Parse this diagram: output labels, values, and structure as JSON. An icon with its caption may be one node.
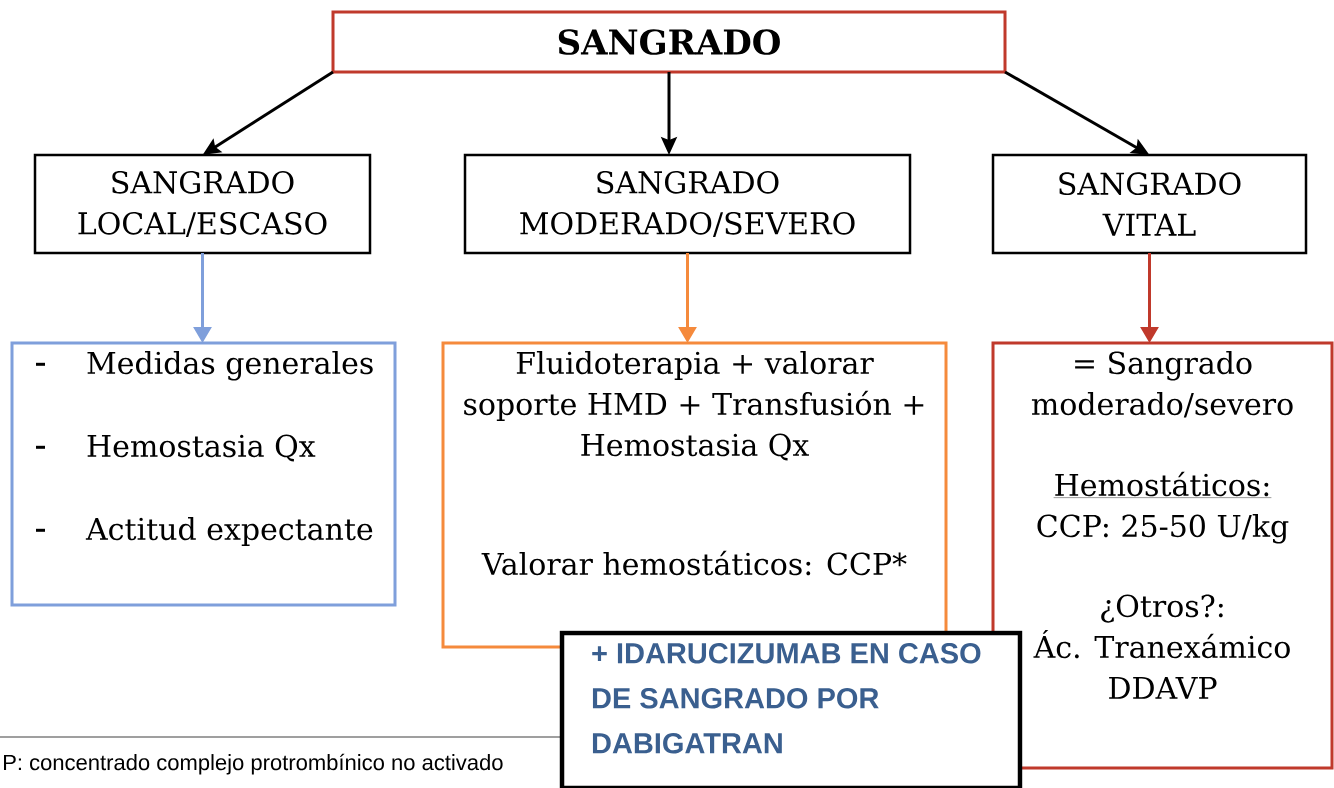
{
  "diagram": {
    "nodes": [
      {
        "text": [
          "SANGRADO"
        ]
      },
      {
        "text": [
          "SANGRADO LOCAL/ESCASO"
        ]
      },
      {
        "text": [
          "SANGRADO MODERADO/SEVERO"
        ]
      },
      {
        "text": [
          "SANGRADO VITAL"
        ]
      },
      {
        "text": [
          "Medidas generales",
          "Hemostasia Qx",
          "Actitud expectante"
        ]
      },
      {
        "text": [
          "Fluidoterapia + valorar soporte HMD + Transfusión + Hemostasia Qx",
          "Valorar hemostáticos: CCP*"
        ]
      },
      {
        "text": [
          "= Sangrado moderado/severo",
          "Hemostáticos:",
          "CCP: 25-50 U/kg",
          "¿Otros?:",
          "Ác. Tranexámico",
          "DDAVP"
        ]
      },
      {
        "text": [
          "+ IDARUCIZUMAB EN CASO DE SANGRADO POR DABIGATRAN"
        ]
      }
    ],
    "edges": [
      {
        "from": 0,
        "to": 1,
        "arrow": "to"
      },
      {
        "from": 0,
        "to": 2,
        "arrow": "to"
      },
      {
        "from": 0,
        "to": 3,
        "arrow": "to"
      },
      {
        "from": 1,
        "to": 4,
        "arrow": "to",
        "color": "#7f9fdb"
      },
      {
        "from": 2,
        "to": 5,
        "arrow": "to",
        "color": "#f58a3c"
      },
      {
        "from": 3,
        "to": 6,
        "arrow": "to",
        "color": "#c0392b"
      }
    ],
    "labels": [
      "P: concentrado complejo protrombínico no activado"
    ]
  }
}
